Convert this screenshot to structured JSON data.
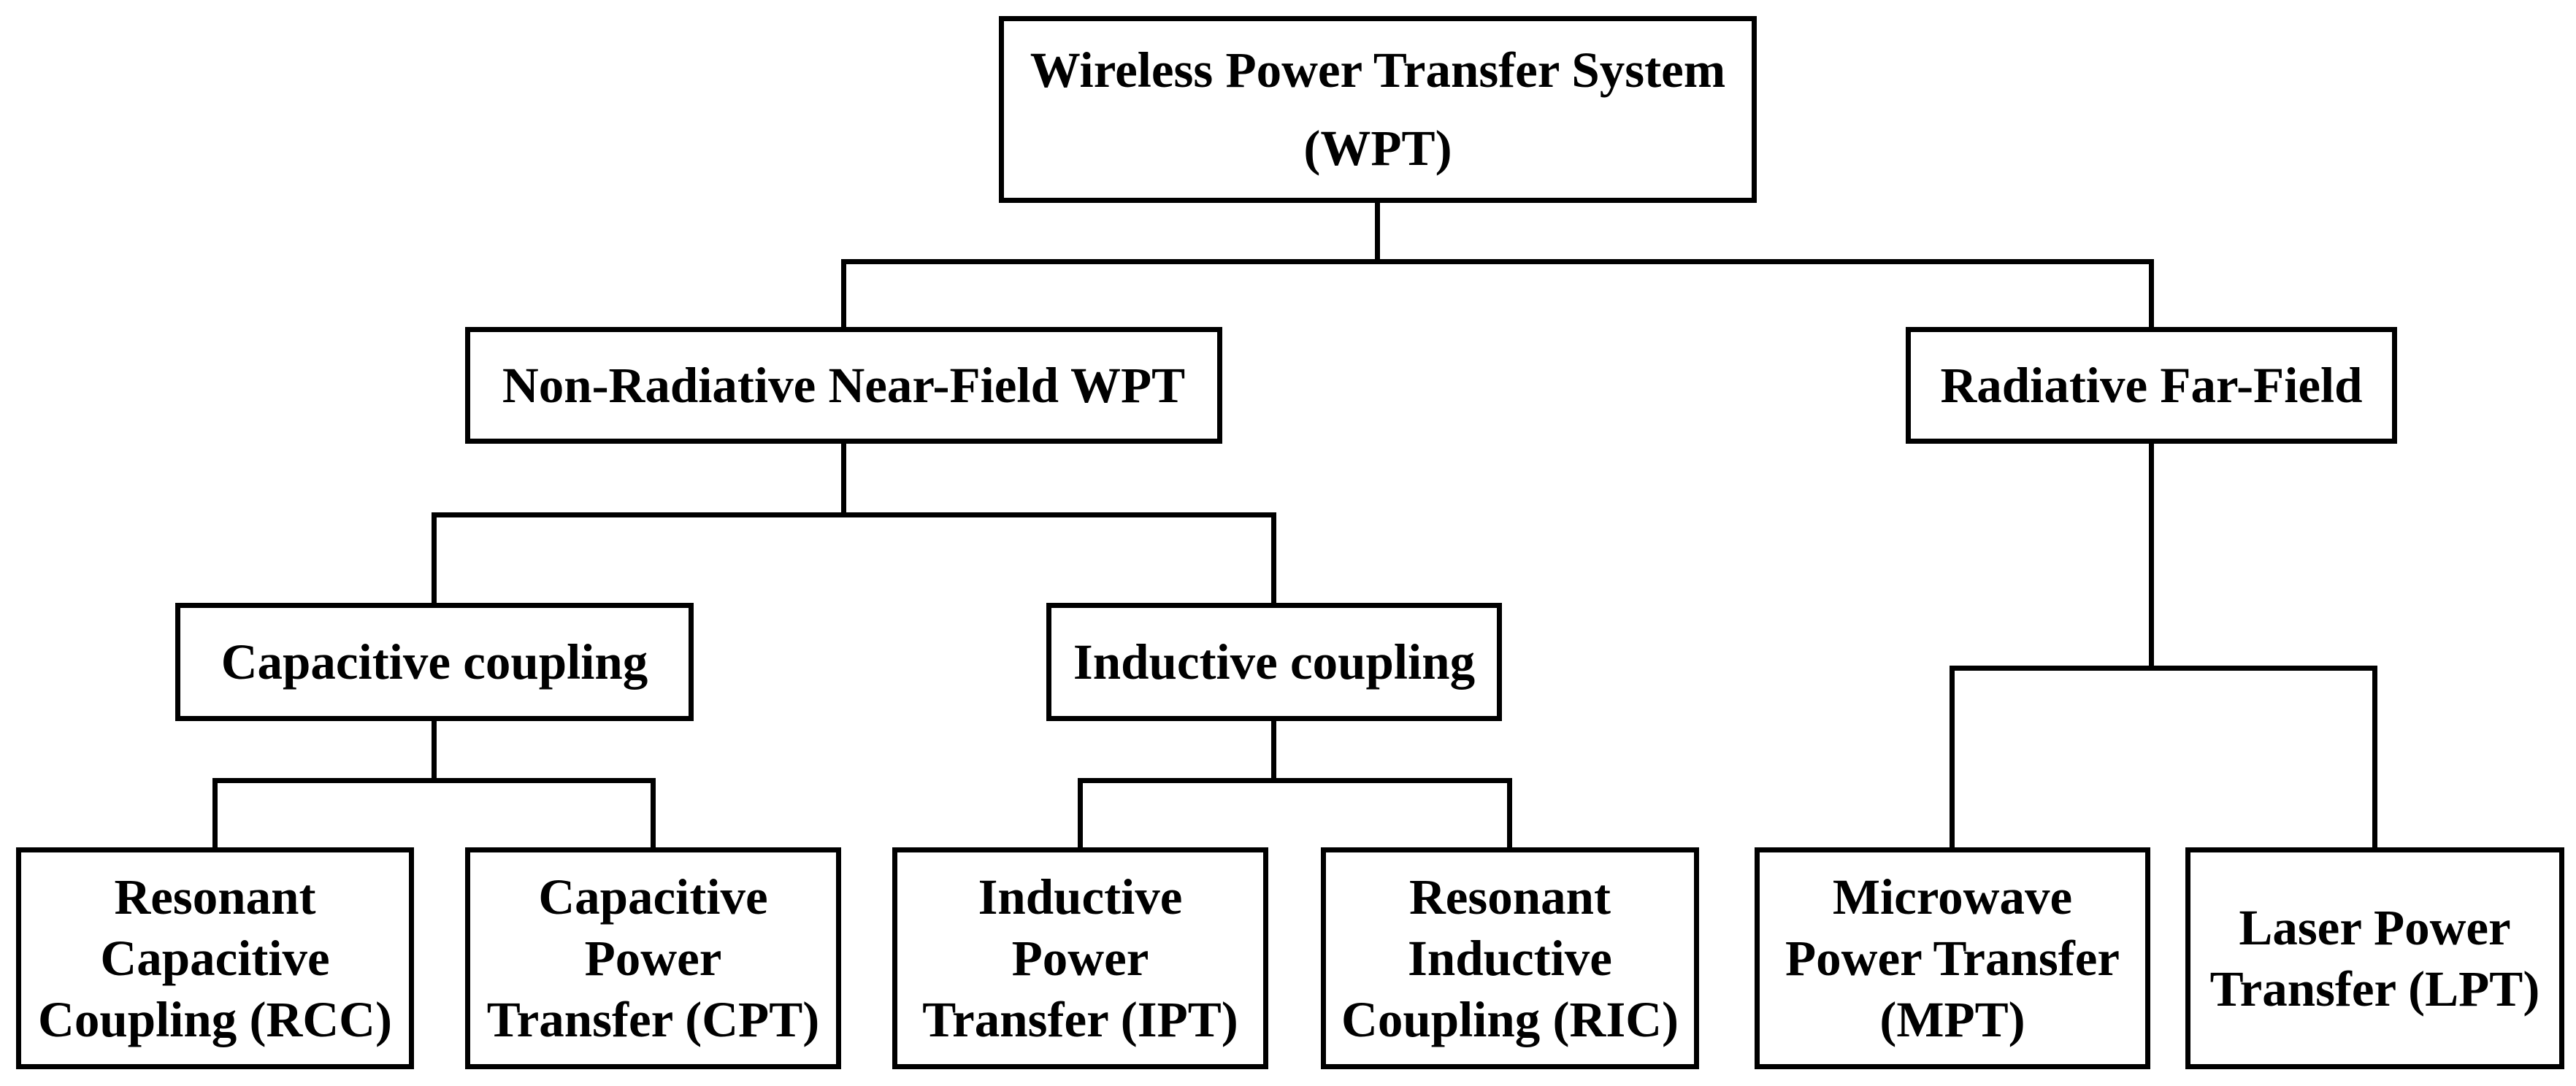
{
  "colors": {
    "line": "#000000",
    "text": "#000000",
    "box_fill": "#ffffff",
    "background": "#ffffff"
  },
  "diagram": {
    "type": "tree",
    "nodes": [
      {
        "id": "wpt",
        "label": "Wireless Power Transfer System\n(WPT)",
        "parent": null
      },
      {
        "id": "nearfield",
        "label": "Non-Radiative Near-Field WPT",
        "parent": "wpt"
      },
      {
        "id": "farfield",
        "label": "Radiative Far-Field",
        "parent": "wpt"
      },
      {
        "id": "capacitive",
        "label": "Capacitive coupling",
        "parent": "nearfield"
      },
      {
        "id": "inductive",
        "label": "Inductive coupling",
        "parent": "nearfield"
      },
      {
        "id": "rcc",
        "label": "Resonant\nCapacitive\nCoupling (RCC)",
        "parent": "capacitive"
      },
      {
        "id": "cpt",
        "label": "Capacitive\nPower\nTransfer (CPT)",
        "parent": "capacitive"
      },
      {
        "id": "ipt",
        "label": "Inductive\nPower\nTransfer (IPT)",
        "parent": "inductive"
      },
      {
        "id": "ric",
        "label": "Resonant\nInductive\nCoupling (RIC)",
        "parent": "inductive"
      },
      {
        "id": "mpt",
        "label": "Microwave\nPower Transfer\n(MPT)",
        "parent": "farfield"
      },
      {
        "id": "lpt",
        "label": "Laser Power\nTransfer (LPT)",
        "parent": "farfield"
      }
    ]
  }
}
